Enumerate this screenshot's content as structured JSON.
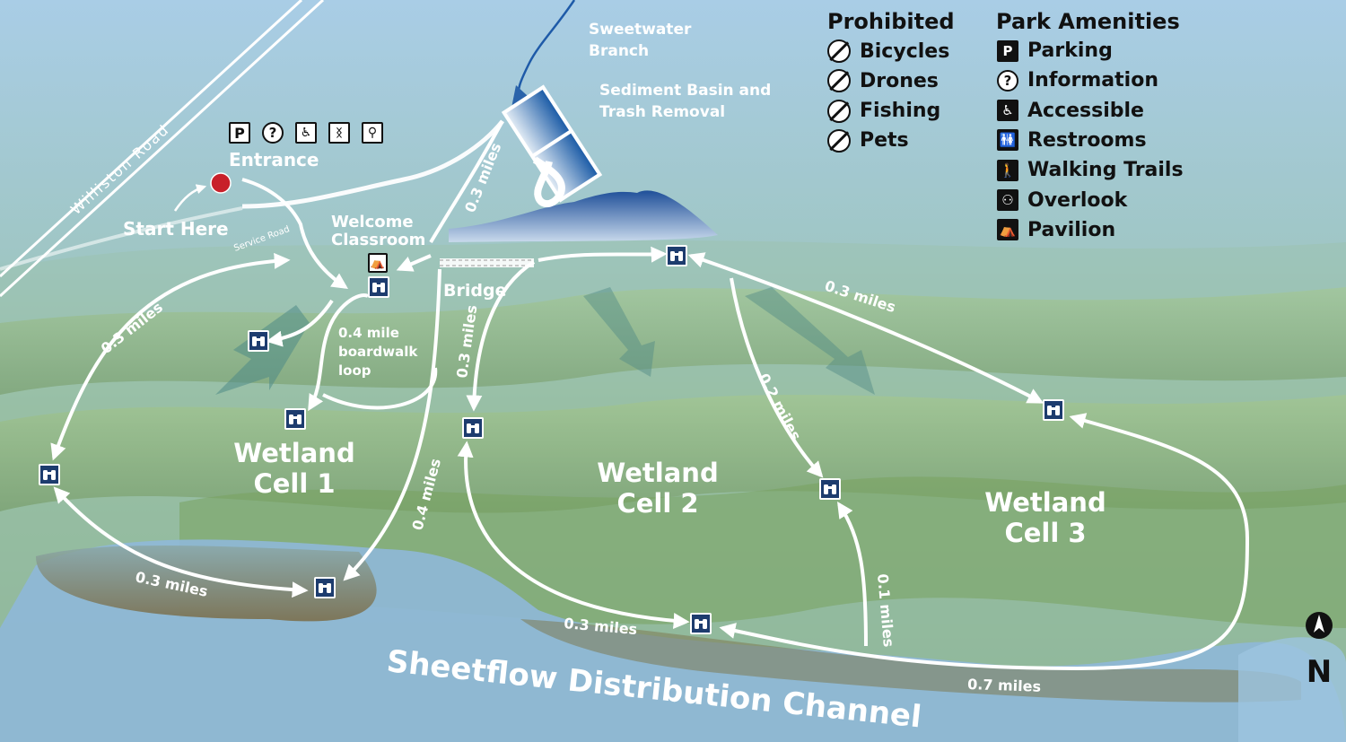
{
  "map": {
    "road_label": "Williston Road",
    "service_road_label": "Service Road",
    "start_here": "Start Here",
    "entrance": "Entrance",
    "welcome_classroom": "Welcome\nClassroom",
    "bridge": "Bridge",
    "sweetwater_branch": "Sweetwater\nBranch",
    "sediment_basin": "Sediment Basin and\nTrash Removal",
    "boardwalk": "0.4 mile\nboardwalk\nloop",
    "wetland_cell_1": "Wetland\nCell 1",
    "wetland_cell_2": "Wetland\nCell 2",
    "wetland_cell_3": "Wetland\nCell 3",
    "channel": "Sheetflow  Distribution  Channel",
    "north": "N",
    "distances": {
      "service_path": "0.3 miles",
      "cell1_west": "0.3 miles",
      "cell1_south": "0.3 miles",
      "cell1_east": "0.4 miles",
      "cell2_west": "0.3 miles",
      "cell2_south": "0.3 miles",
      "cell3_north": "0.3 miles",
      "cell3_mid": "0.2 miles",
      "cell3_spur": "0.1 miles",
      "cell3_south": "0.7 miles"
    }
  },
  "legend": {
    "prohibited_title": "Prohibited",
    "prohibited": [
      {
        "label": "Bicycles",
        "icon": "bicycle-icon"
      },
      {
        "label": "Drones",
        "icon": "drone-icon"
      },
      {
        "label": "Fishing",
        "icon": "fishing-icon"
      },
      {
        "label": "Pets",
        "icon": "pet-icon"
      }
    ],
    "amenities_title": "Park Amenities",
    "amenities": [
      {
        "label": "Parking",
        "icon": "parking-icon",
        "glyph": "P"
      },
      {
        "label": "Information",
        "icon": "information-icon",
        "glyph": "?"
      },
      {
        "label": "Accessible",
        "icon": "accessible-icon",
        "glyph": "♿"
      },
      {
        "label": "Restrooms",
        "icon": "restrooms-icon",
        "glyph": "🚻"
      },
      {
        "label": "Walking Trails",
        "icon": "walking-trails-icon",
        "glyph": "🚶"
      },
      {
        "label": "Overlook",
        "icon": "overlook-icon",
        "glyph": "⚇"
      },
      {
        "label": "Pavilion",
        "icon": "pavilion-icon",
        "glyph": "⛺"
      }
    ]
  },
  "colors": {
    "sky": "#a9cde6",
    "wetland_green": "#7fa865",
    "water_blue": "#8fb8d8",
    "basin_blue": "#2f6fb3",
    "start_red": "#c8202a",
    "trail_white": "#ffffff"
  }
}
